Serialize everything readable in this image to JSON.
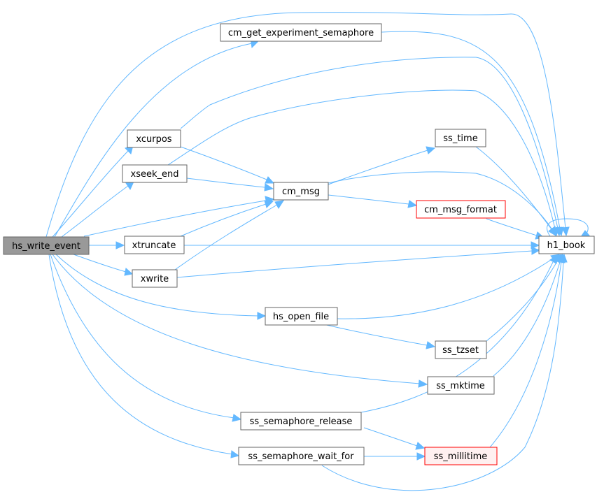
{
  "colors": {
    "edge": "#63b8ff",
    "node_border": "#666666",
    "node_fill": "#ffffff",
    "root_fill": "#999999",
    "root_border": "#666666",
    "incomplete_border": "#ff0000",
    "incomplete_fill": "#ffffff",
    "highlight_fill": "#fff0f0"
  },
  "nodes": {
    "hs_write_event": "hs_write_event",
    "cm_get_experiment_semaphore": "cm_get_experiment_semaphore",
    "xcurpos": "xcurpos",
    "xseek_end": "xseek_end",
    "xtruncate": "xtruncate",
    "xwrite": "xwrite",
    "cm_msg": "cm_msg",
    "ss_time": "ss_time",
    "cm_msg_format": "cm_msg_format",
    "h1_book": "h1_book",
    "hs_open_file": "hs_open_file",
    "ss_tzset": "ss_tzset",
    "ss_mktime": "ss_mktime",
    "ss_semaphore_release": "ss_semaphore_release",
    "ss_semaphore_wait_for": "ss_semaphore_wait_for",
    "ss_millitime": "ss_millitime"
  }
}
